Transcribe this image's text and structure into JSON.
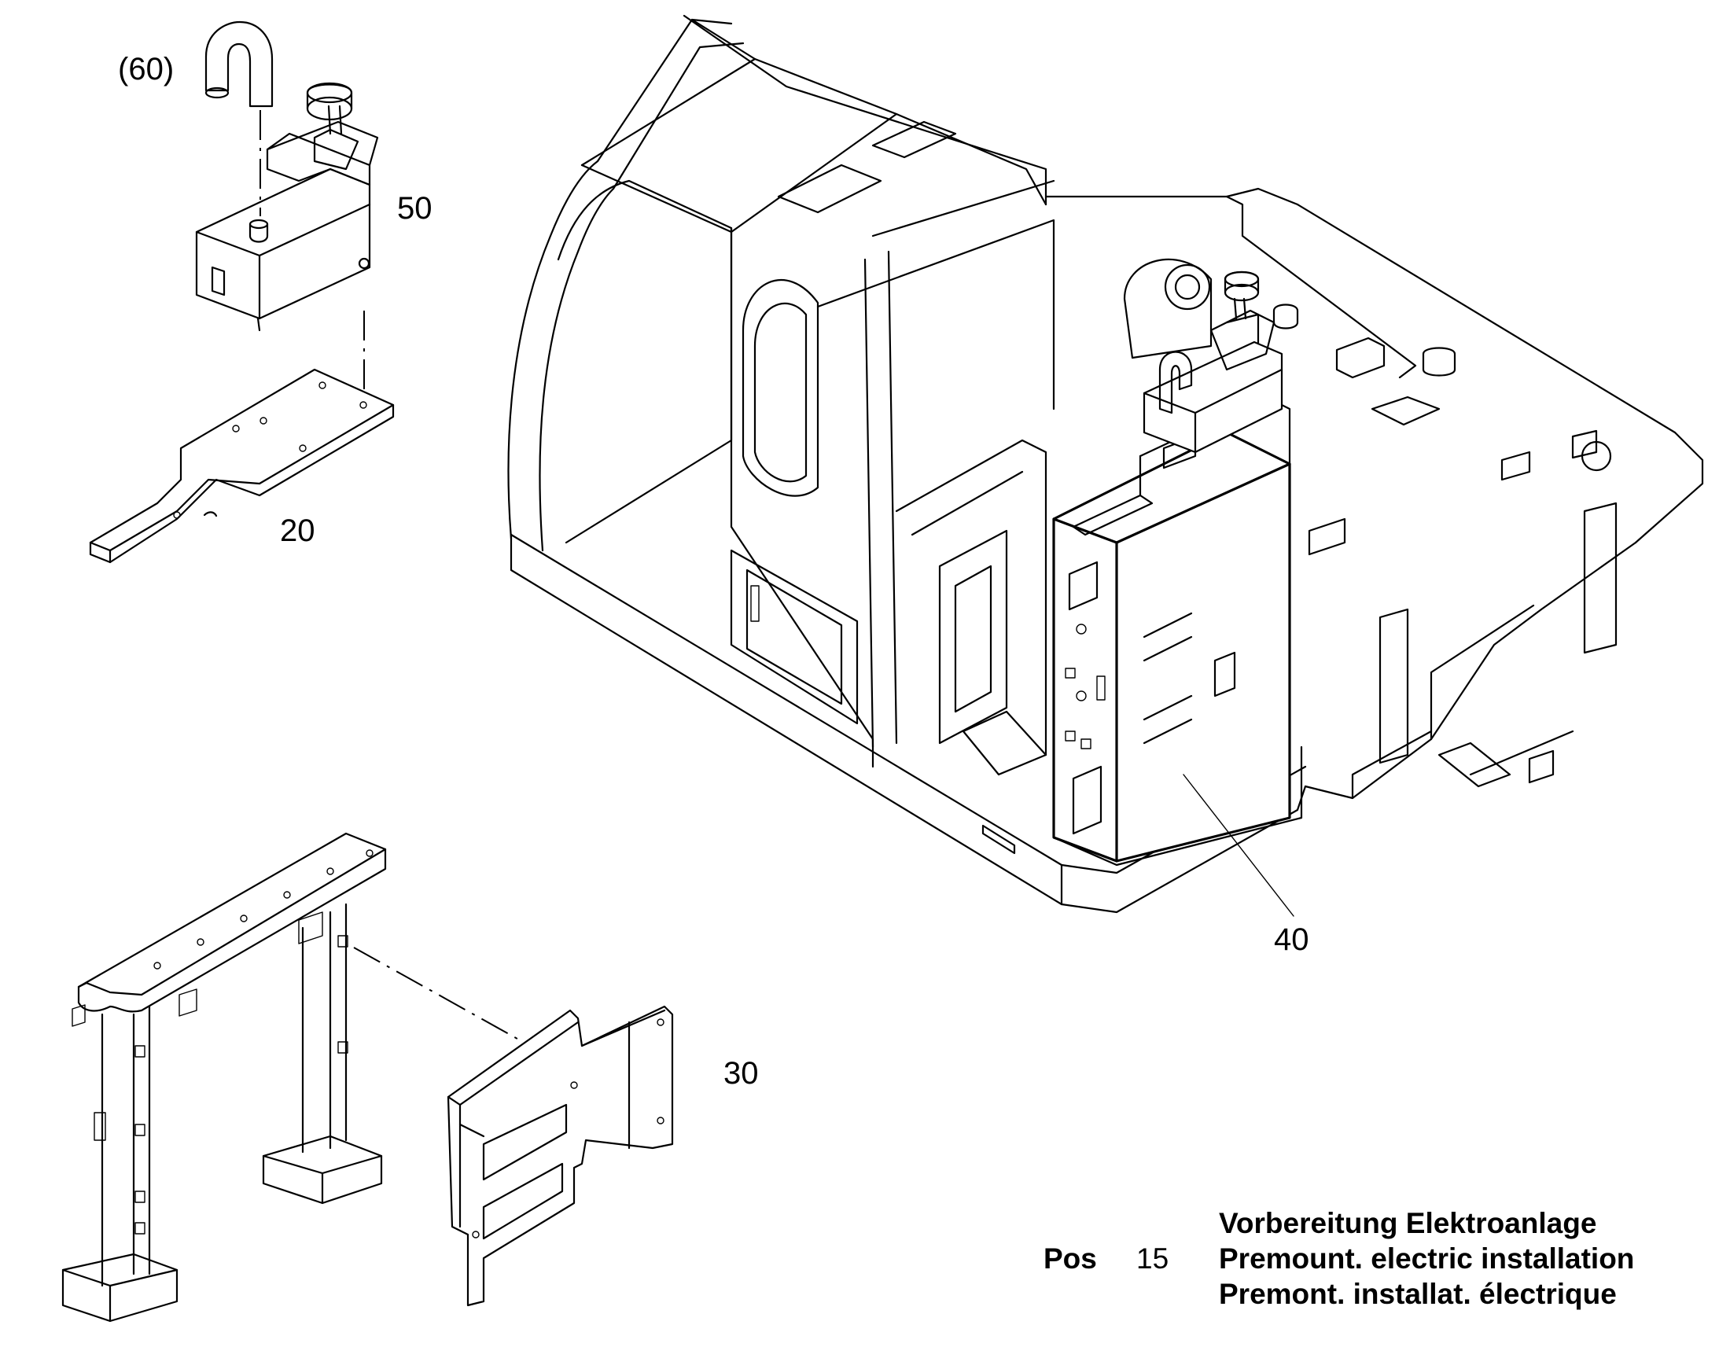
{
  "callouts": {
    "part_60": "(60)",
    "part_50": "50",
    "part_20": "20",
    "part_40": "40",
    "part_30": "30"
  },
  "caption": {
    "pos_label": "Pos",
    "pos_number": "15",
    "line_de": "Vorbereitung Elektroanlage",
    "line_en": "Premount. electric installation",
    "line_fr": "Premont. installat. électrique"
  }
}
